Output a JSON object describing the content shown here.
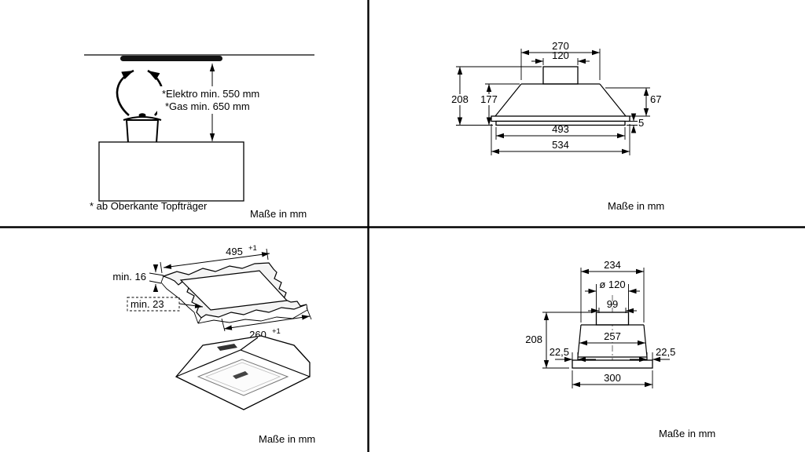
{
  "title": "Cooker hood installation dimension drawings",
  "quadrants": {
    "q1": {
      "electro_label": "*Elektro min. 550 mm",
      "gas_label": "*Gas min. 650 mm",
      "footnote": "* ab Oberkante Topfträger",
      "units": "Maße in mm"
    },
    "q2": {
      "dim_270": "270",
      "dim_120": "120",
      "dim_208": "208",
      "dim_177": "177",
      "dim_67": "67",
      "dim_5": "5",
      "dim_493": "493",
      "dim_534": "534",
      "units": "Maße in mm"
    },
    "q3": {
      "dim_min16": "min. 16",
      "dim_495": "495",
      "dim_495_sup": "+1",
      "dim_min23": "min. 23",
      "dim_260": "260",
      "dim_260_sup": "+1",
      "units": "Maße in mm"
    },
    "q4": {
      "dim_234": "234",
      "dim_diam120": "ø 120",
      "dim_99": "99",
      "dim_257": "257",
      "dim_208": "208",
      "dim_225_left": "22,5",
      "dim_225_right": "22,5",
      "dim_300": "300",
      "units": "Maße in mm"
    }
  },
  "colors": {
    "line": "#000000",
    "background": "#ffffff",
    "panel_fill": "#f4f4f4"
  }
}
